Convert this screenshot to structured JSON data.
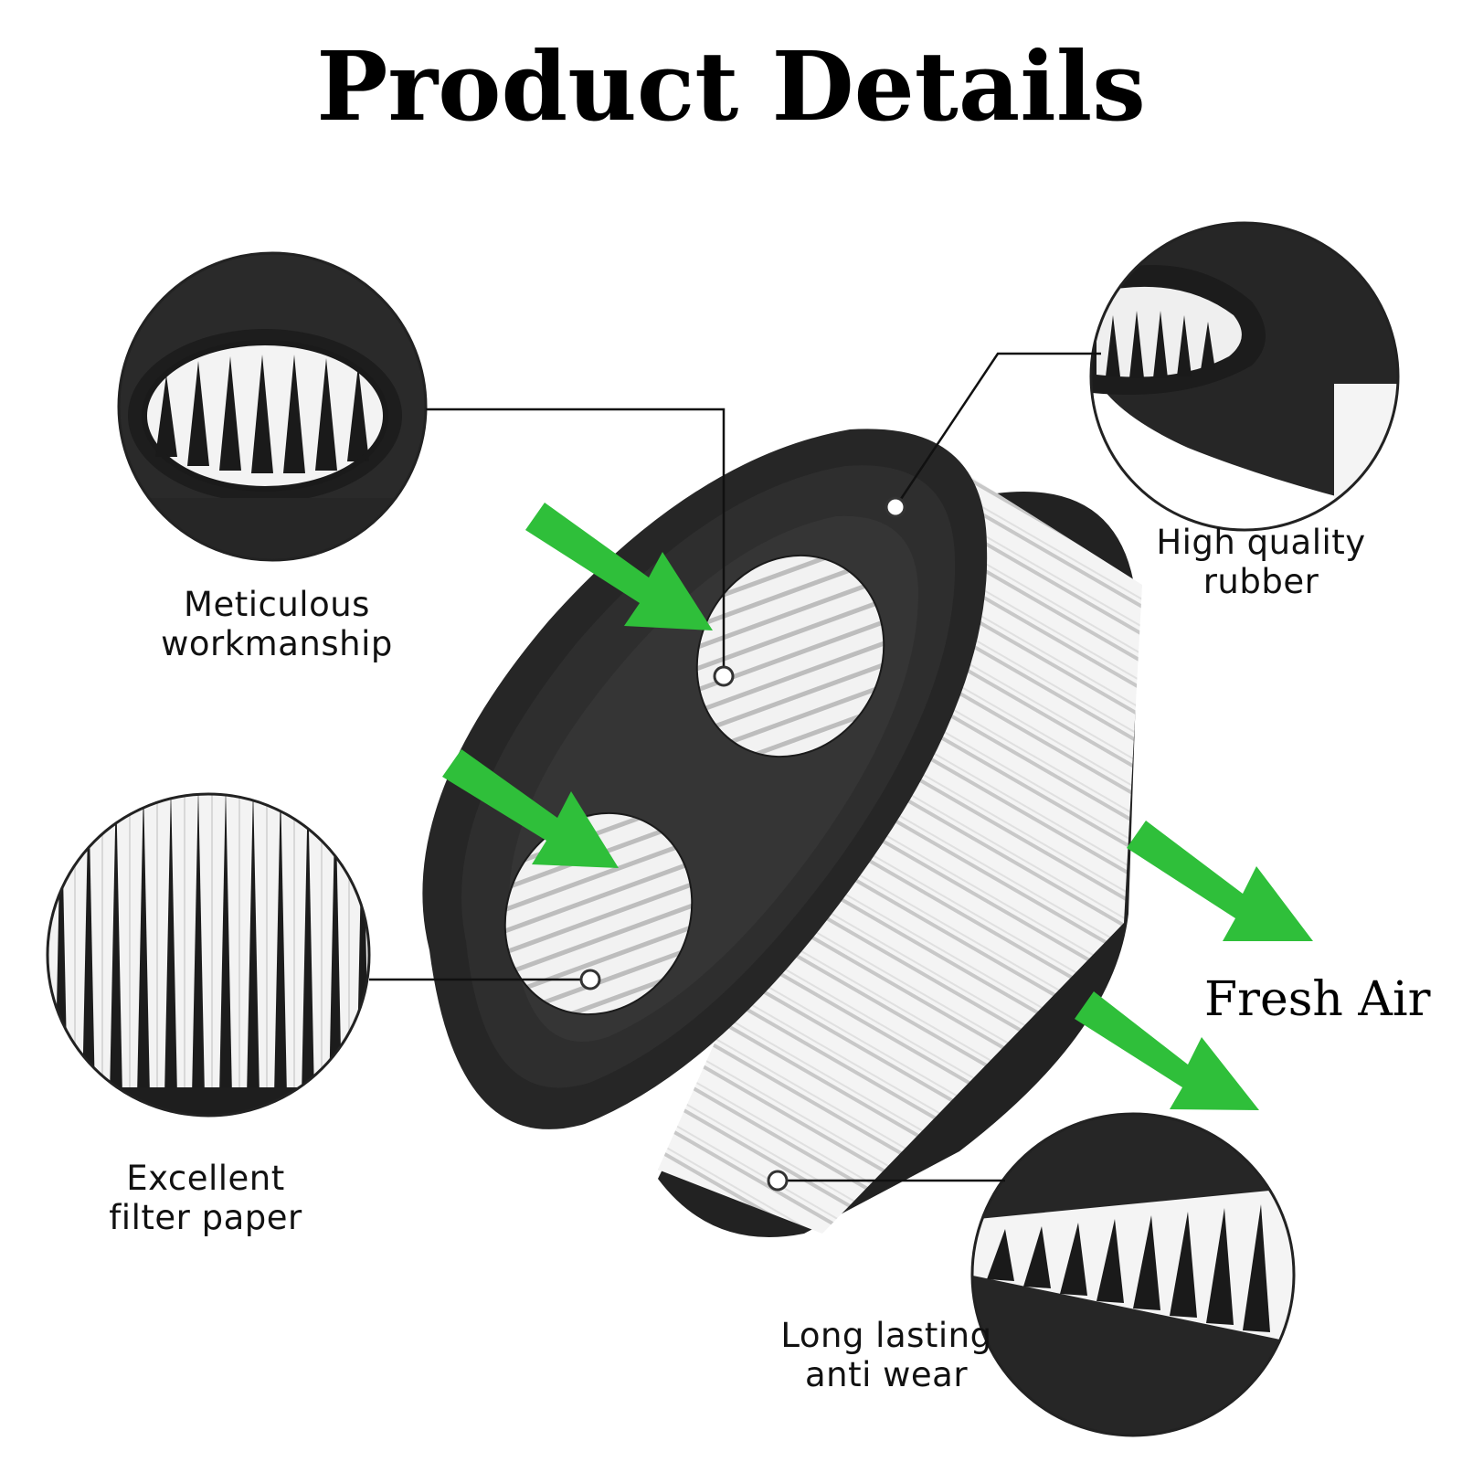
{
  "title": "Product Details",
  "features": {
    "meticulous": {
      "line1": "Meticulous",
      "line2": "workmanship"
    },
    "rubber": {
      "line1": "High quality",
      "line2": "rubber"
    },
    "paper": {
      "line1": "Excellent",
      "line2": "filter paper"
    },
    "durable": {
      "line1": "Long lasting",
      "line2": "anti wear"
    }
  },
  "airflow_label": "Fresh Air",
  "colors": {
    "arrow_green": "#2fbf3a",
    "filter_frame": "#2b2b2b",
    "filter_paper": "#f2f2f2",
    "pleat_shadow": "#1a1a1a",
    "callout_line": "#111111"
  }
}
